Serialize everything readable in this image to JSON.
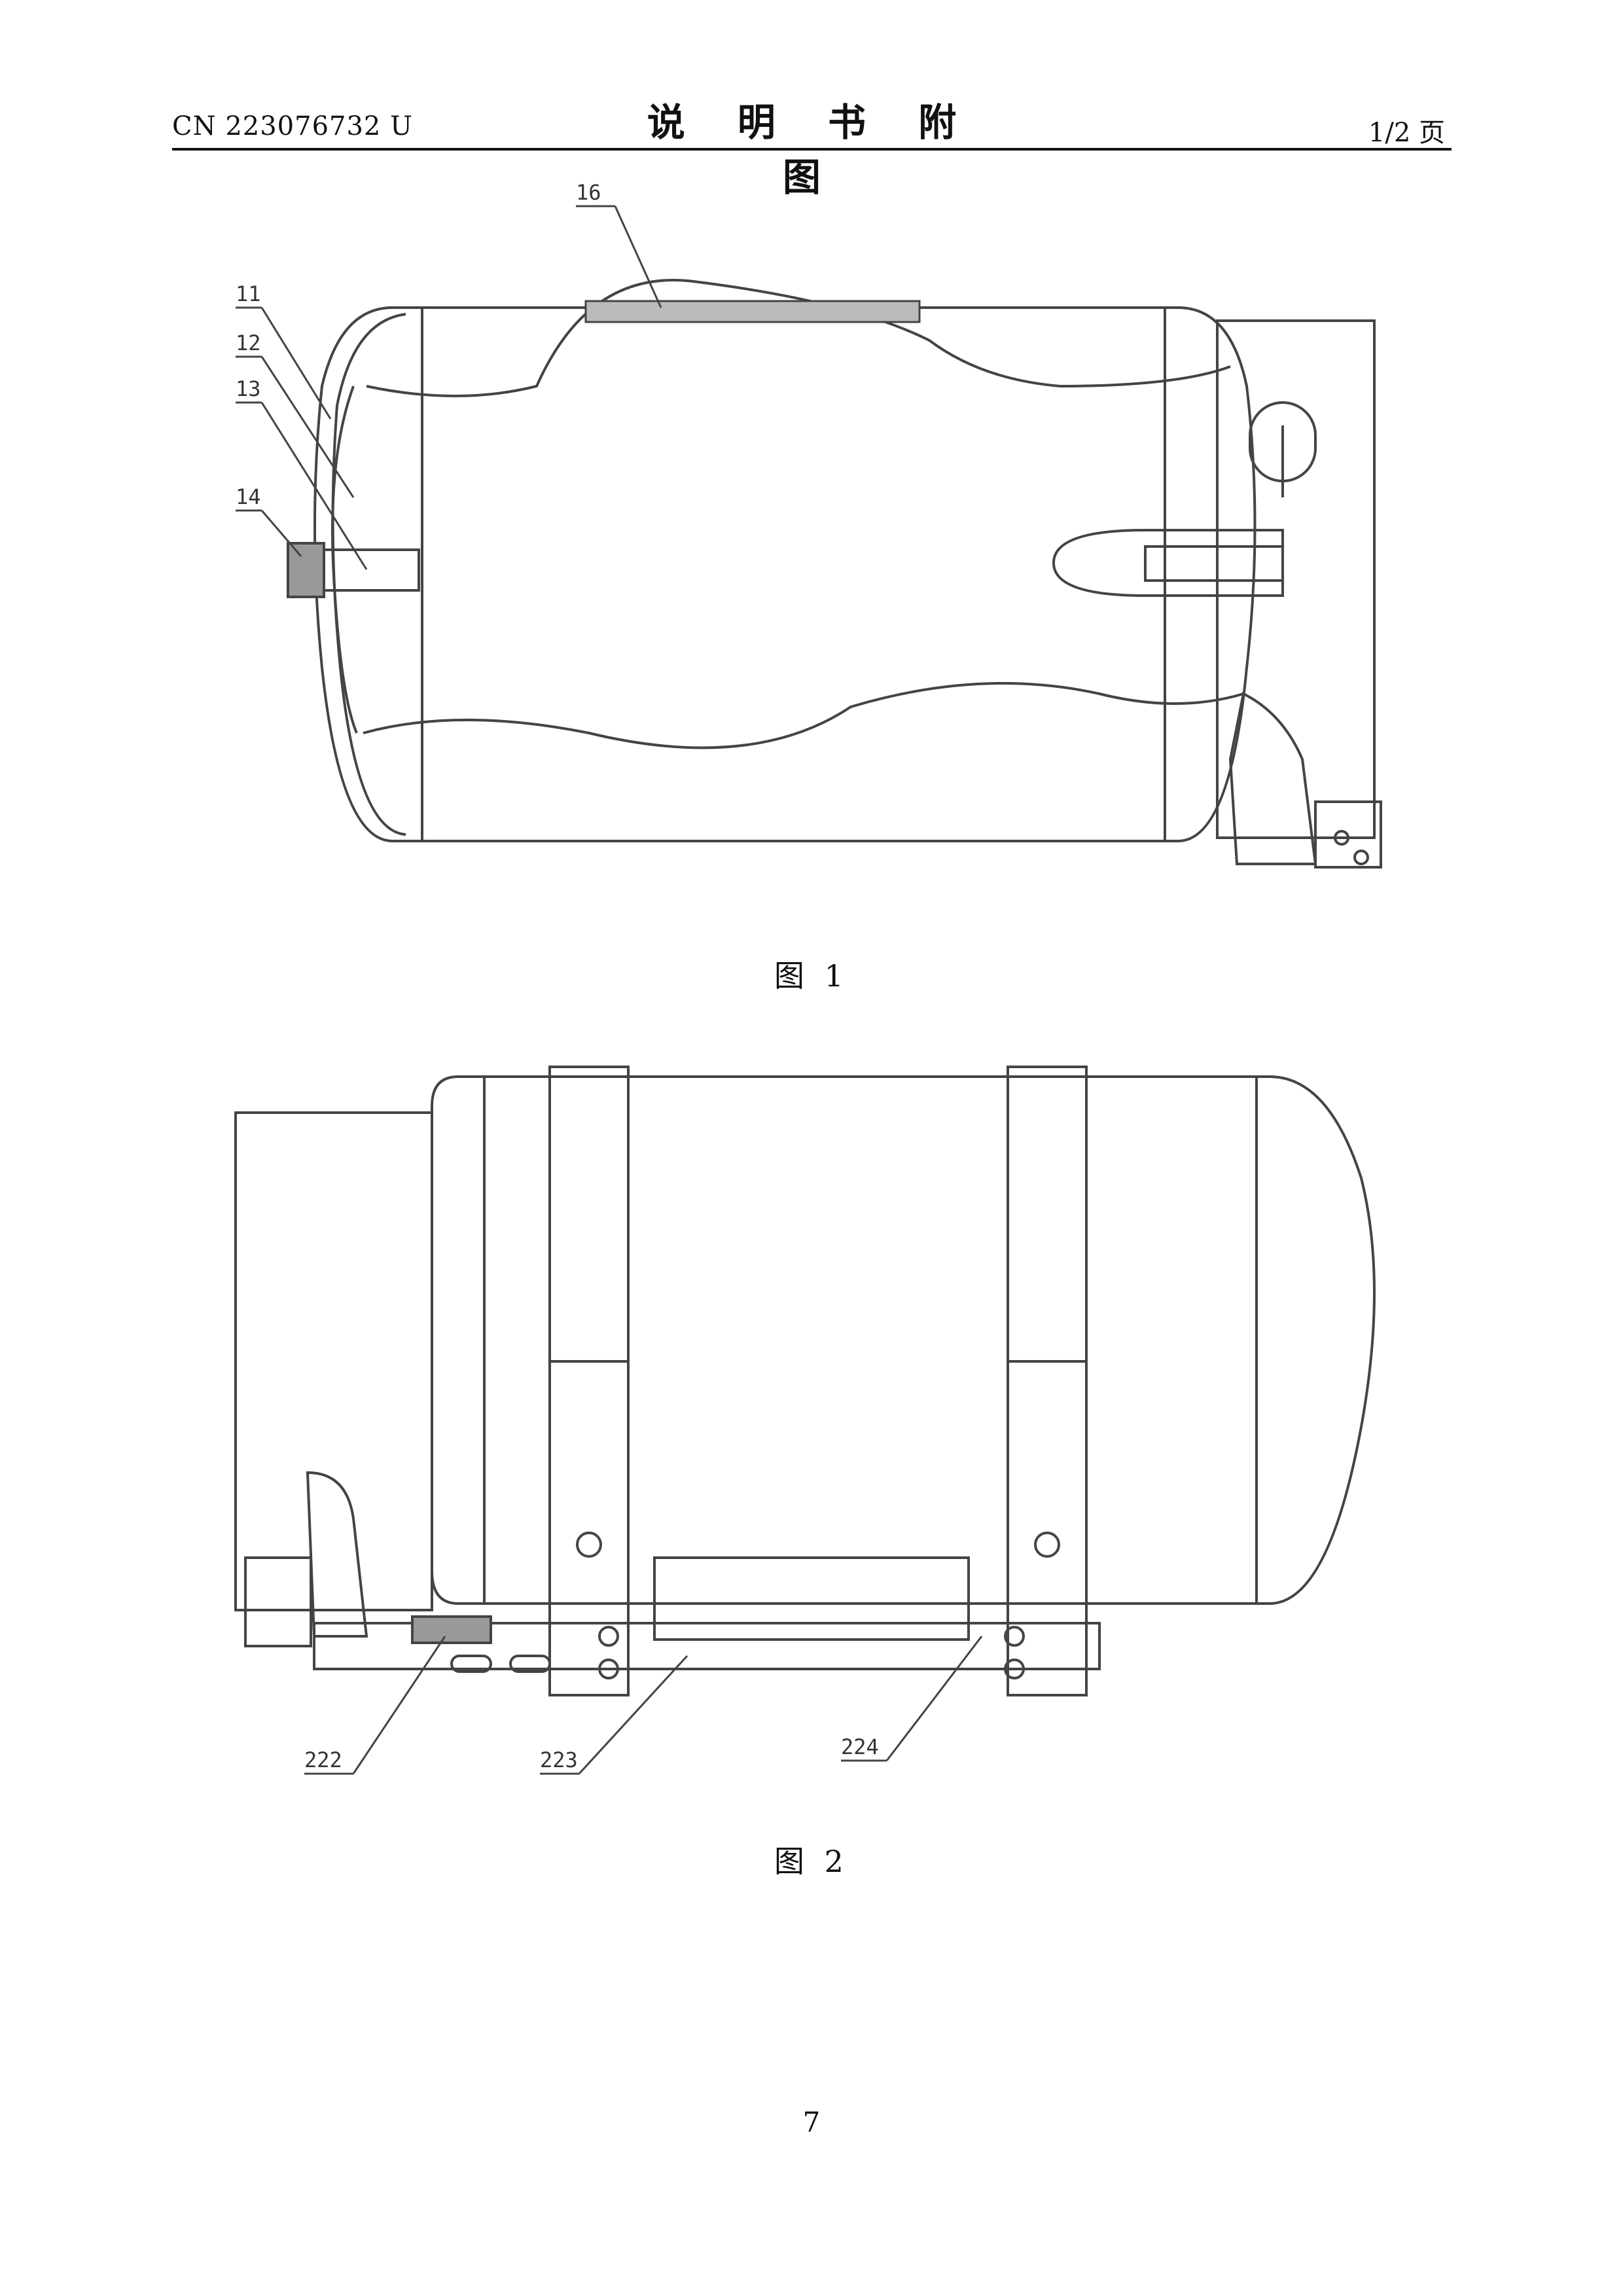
{
  "header": {
    "publication_number": "CN 223076732 U",
    "section_title": "说 明 书 附 图",
    "page_of_total": "1/2 页"
  },
  "figure1": {
    "caption": "图 1",
    "labels": [
      "16",
      "11",
      "12",
      "13",
      "14"
    ]
  },
  "figure2": {
    "caption": "图 2",
    "labels": [
      "222",
      "223",
      "224"
    ]
  },
  "footer": {
    "page_number": "7"
  }
}
